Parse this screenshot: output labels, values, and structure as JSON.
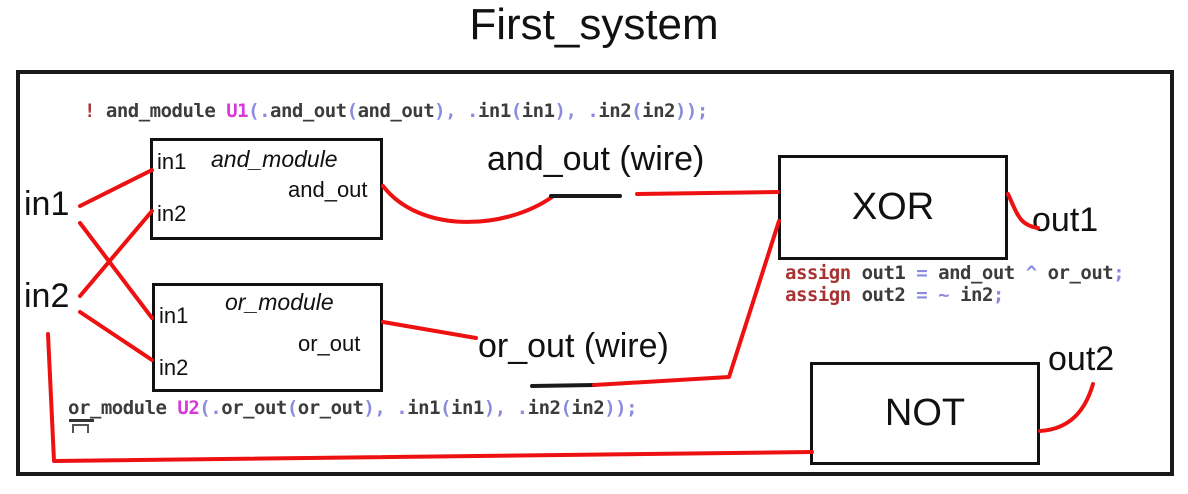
{
  "title": "First_system",
  "colors": {
    "wire": "#ee1111",
    "black": "#1a1a1a",
    "keyword": "#a93232",
    "plain_code": "#3c3c3c",
    "magenta": "#d838d8",
    "punct": "#8a8ae0"
  },
  "labels": {
    "in1": "in1",
    "in2": "in2",
    "out1": "out1",
    "out2": "out2",
    "and_out_wire": "and_out (wire)",
    "or_out_wire": "or_out (wire)"
  },
  "modules": {
    "and": {
      "title": "and_module",
      "ports": {
        "in1": "in1",
        "in2": "in2",
        "out": "and_out"
      }
    },
    "or": {
      "title": "or_module",
      "ports": {
        "in1": "in1",
        "in2": "in2",
        "out": "or_out"
      }
    },
    "xor": {
      "label": "XOR"
    },
    "not": {
      "label": "NOT"
    }
  },
  "code": {
    "instantiation_u1": [
      {
        "t": "! ",
        "c": "kw"
      },
      {
        "t": "and_module ",
        "c": "pl"
      },
      {
        "t": "U1",
        "c": "mg"
      },
      {
        "t": "(",
        "c": "pu"
      },
      {
        "t": ".",
        "c": "pu"
      },
      {
        "t": "and_out",
        "c": "pl"
      },
      {
        "t": "(",
        "c": "pu"
      },
      {
        "t": "and_out",
        "c": "pl"
      },
      {
        "t": ")",
        "c": "pu"
      },
      {
        "t": ", ",
        "c": "pu"
      },
      {
        "t": ".",
        "c": "pu"
      },
      {
        "t": "in1",
        "c": "pl"
      },
      {
        "t": "(",
        "c": "pu"
      },
      {
        "t": "in1",
        "c": "pl"
      },
      {
        "t": ")",
        "c": "pu"
      },
      {
        "t": ", ",
        "c": "pu"
      },
      {
        "t": ".",
        "c": "pu"
      },
      {
        "t": "in2",
        "c": "pl"
      },
      {
        "t": "(",
        "c": "pu"
      },
      {
        "t": "in2",
        "c": "pl"
      },
      {
        "t": "))",
        "c": "pu"
      },
      {
        "t": ";",
        "c": "pu"
      }
    ],
    "instantiation_u2": [
      {
        "t": "or_module ",
        "c": "pl"
      },
      {
        "t": "U2",
        "c": "mg"
      },
      {
        "t": "(",
        "c": "pu"
      },
      {
        "t": ".",
        "c": "pu"
      },
      {
        "t": "or_out",
        "c": "pl"
      },
      {
        "t": "(",
        "c": "pu"
      },
      {
        "t": "or_out",
        "c": "pl"
      },
      {
        "t": ")",
        "c": "pu"
      },
      {
        "t": ", ",
        "c": "pu"
      },
      {
        "t": ".",
        "c": "pu"
      },
      {
        "t": "in1",
        "c": "pl"
      },
      {
        "t": "(",
        "c": "pu"
      },
      {
        "t": "in1",
        "c": "pl"
      },
      {
        "t": ")",
        "c": "pu"
      },
      {
        "t": ", ",
        "c": "pu"
      },
      {
        "t": ".",
        "c": "pu"
      },
      {
        "t": "in2",
        "c": "pl"
      },
      {
        "t": "(",
        "c": "pu"
      },
      {
        "t": "in2",
        "c": "pl"
      },
      {
        "t": "))",
        "c": "pu"
      },
      {
        "t": ";",
        "c": "pu"
      }
    ],
    "assign_1": [
      {
        "t": "assign ",
        "c": "kw"
      },
      {
        "t": "out1 ",
        "c": "pl"
      },
      {
        "t": "= ",
        "c": "pu"
      },
      {
        "t": "and_out ",
        "c": "pl"
      },
      {
        "t": "^ ",
        "c": "pu"
      },
      {
        "t": "or_out",
        "c": "pl"
      },
      {
        "t": ";",
        "c": "pu"
      }
    ],
    "assign_2": [
      {
        "t": "assign ",
        "c": "kw"
      },
      {
        "t": "out2 ",
        "c": "pl"
      },
      {
        "t": "= ",
        "c": "pu"
      },
      {
        "t": "~ ",
        "c": "pu"
      },
      {
        "t": "in2",
        "c": "pl"
      },
      {
        "t": ";",
        "c": "pu"
      }
    ]
  }
}
